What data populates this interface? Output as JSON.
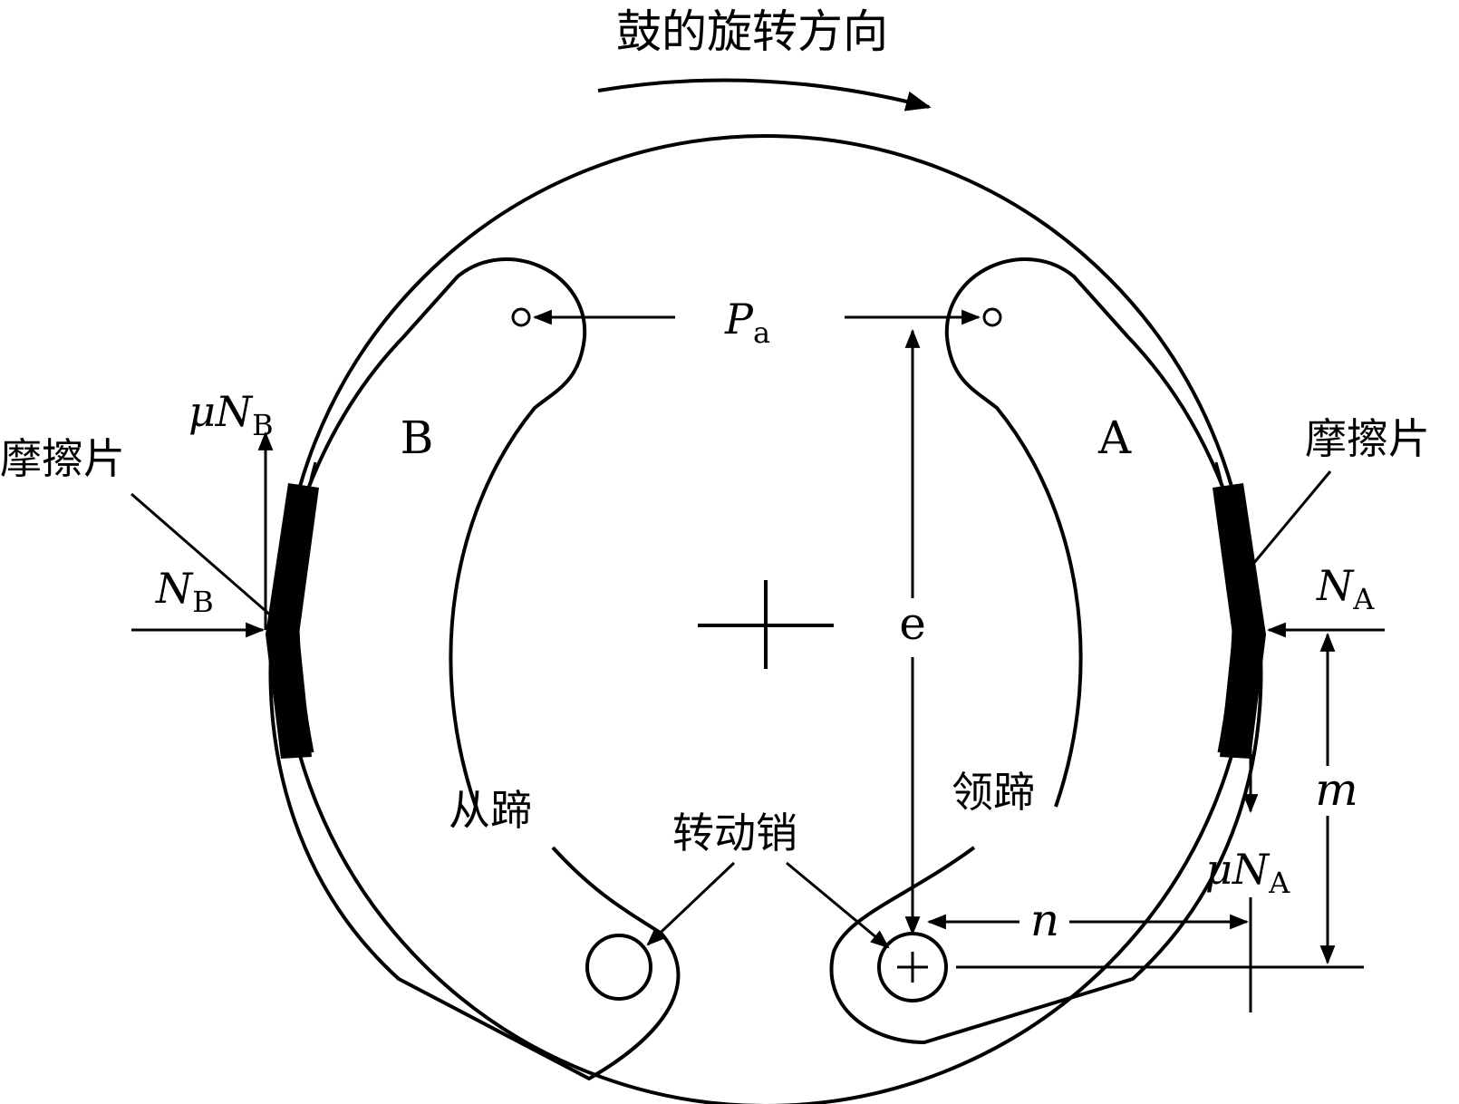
{
  "title": "鼓的旋转方向",
  "shoe_b_label": "B",
  "shoe_a_label": "A",
  "lining_label_left": "摩擦片",
  "lining_label_right": "摩擦片",
  "force_pa": {
    "main": "P",
    "sub": "a"
  },
  "force_nb": {
    "main": "N",
    "sub": "B"
  },
  "force_mu_nb": {
    "mu": "μ",
    "main": "N",
    "sub": "B"
  },
  "force_na": {
    "main": "N",
    "sub": "A"
  },
  "force_mu_na": {
    "mu": "μ",
    "main": "N",
    "sub": "A"
  },
  "dim_e": "e",
  "dim_m": "m",
  "dim_n": "n",
  "trailing_shoe_label": "从蹄",
  "leading_shoe_label": "领蹄",
  "pivot_pin_label": "转动销"
}
